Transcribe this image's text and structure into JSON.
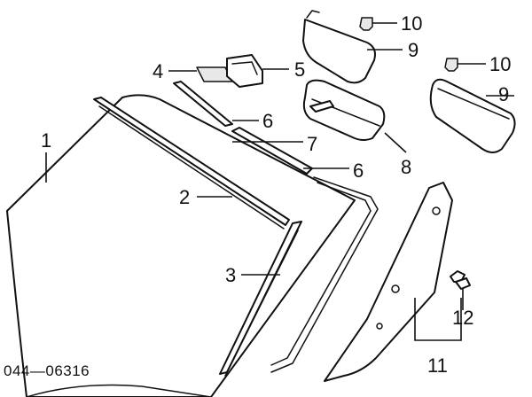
{
  "diagram": {
    "callouts": [
      "1",
      "2",
      "3",
      "4",
      "5",
      "6",
      "6",
      "7",
      "8",
      "9",
      "9",
      "10",
      "10",
      "11",
      "12"
    ],
    "drawing_code": "044—06316"
  }
}
